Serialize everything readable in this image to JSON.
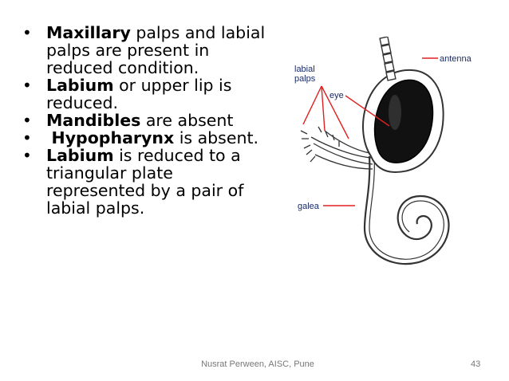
{
  "bullets": [
    {
      "bold": "Maxillary",
      "rest": " palps and labial palps are present in reduced condition.",
      "lead": ""
    },
    {
      "bold": "Labium",
      "rest": " or upper lip is reduced.",
      "lead": ""
    },
    {
      "bold": "Mandibles",
      "rest": " are absent",
      "lead": ""
    },
    {
      "bold": "Hypopharynx",
      "rest": " is absent.",
      "lead": " "
    },
    {
      "bold": "Labium",
      "rest": " is reduced to a triangular plate represented by a pair of labial palps.",
      "lead": ""
    }
  ],
  "figure": {
    "labels": {
      "labial_line1": "labial",
      "labial_line2": "palps",
      "antenna": "antenna",
      "eye": "eye",
      "galea": "galea"
    },
    "colors": {
      "pointer": "#e02020",
      "label": "#1a2b6b",
      "eye": "#111111"
    }
  },
  "footer": {
    "author": "Nusrat Perween, AISC, Pune",
    "page": "43"
  }
}
